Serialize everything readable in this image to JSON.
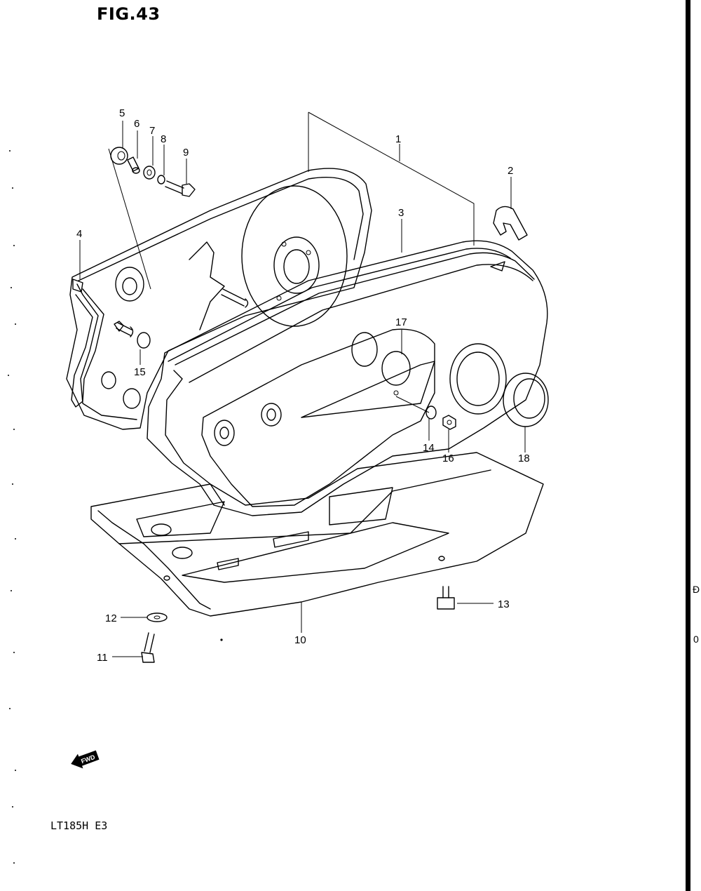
{
  "figure": {
    "title": "FIG.43",
    "model": "LT185H E3"
  },
  "fwd_arrow": {
    "label": "FWD"
  },
  "edge_glyphs": [
    "Ð",
    "0"
  ],
  "callouts": [
    {
      "id": "1",
      "label": "1"
    },
    {
      "id": "2",
      "label": "2"
    },
    {
      "id": "3",
      "label": "3"
    },
    {
      "id": "4",
      "label": "4"
    },
    {
      "id": "5",
      "label": "5"
    },
    {
      "id": "6",
      "label": "6"
    },
    {
      "id": "7",
      "label": "7"
    },
    {
      "id": "8",
      "label": "8"
    },
    {
      "id": "9",
      "label": "9"
    },
    {
      "id": "10",
      "label": "10"
    },
    {
      "id": "11",
      "label": "11"
    },
    {
      "id": "12",
      "label": "12"
    },
    {
      "id": "13",
      "label": "13"
    },
    {
      "id": "14",
      "label": "14"
    },
    {
      "id": "15",
      "label": "15"
    },
    {
      "id": "16",
      "label": "16"
    },
    {
      "id": "17",
      "label": "17"
    },
    {
      "id": "18",
      "label": "18"
    }
  ]
}
